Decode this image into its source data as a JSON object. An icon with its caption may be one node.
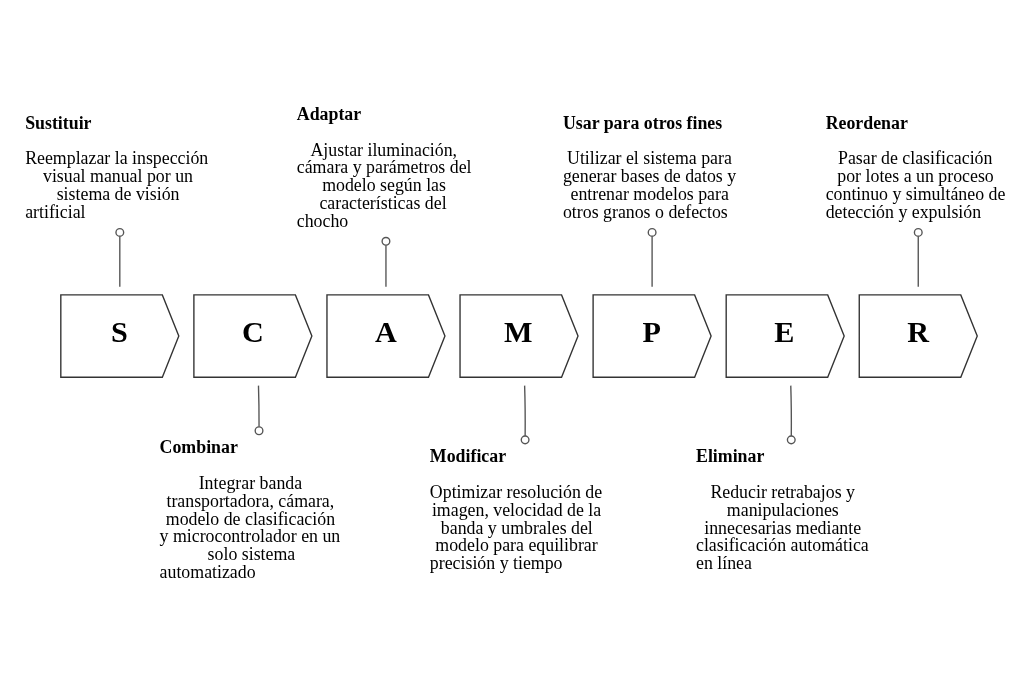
{
  "diagram": {
    "nodes": [
      {
        "text": [
          "Sustituir",
          "Reemplazar la inspección visual manual por un sistema de visión artificial"
        ]
      },
      {
        "text": [
          "Combinar",
          "Integrar banda transportadora, cámara, modelo de clasificación y microcontrolador en un solo sistema automatizado"
        ]
      },
      {
        "text": [
          "Adaptar",
          "Ajustar iluminación, cámara y parámetros del modelo según las características del chocho"
        ]
      },
      {
        "text": [
          "Modificar",
          "Optimizar resolución de imagen, velocidad de la banda y umbrales del modelo para equilibrar precisión y tiempo"
        ]
      },
      {
        "text": [
          "Usar para otros fines",
          "Utilizar el sistema para generar bases de datos y entrenar modelos para otros granos o defectos"
        ]
      },
      {
        "text": [
          "Eliminar",
          "Reducir retrabajos y manipulaciones innecesarias mediante clasificación automática en línea"
        ]
      },
      {
        "text": [
          "Reordenar",
          "Pasar de clasificación por lotes a un proceso continuo y simultáneo de detección y expulsión"
        ]
      },
      {
        "text": [
          "S"
        ]
      },
      {
        "text": [
          "C"
        ]
      },
      {
        "text": [
          "A"
        ]
      },
      {
        "text": [
          "M"
        ]
      },
      {
        "text": [
          "P"
        ]
      },
      {
        "text": [
          "E"
        ]
      },
      {
        "text": [
          "R"
        ]
      }
    ],
    "edges": [
      {
        "from": 0,
        "to": 7,
        "arrow": "other"
      },
      {
        "from": 1,
        "to": 8,
        "arrow": "other"
      },
      {
        "from": 2,
        "to": 9,
        "arrow": "other"
      },
      {
        "from": 3,
        "to": 10,
        "arrow": "other"
      },
      {
        "from": 4,
        "to": 11,
        "arrow": "other"
      },
      {
        "from": 5,
        "to": 12,
        "arrow": "other"
      },
      {
        "from": 6,
        "to": 13,
        "arrow": "other"
      }
    ]
  }
}
